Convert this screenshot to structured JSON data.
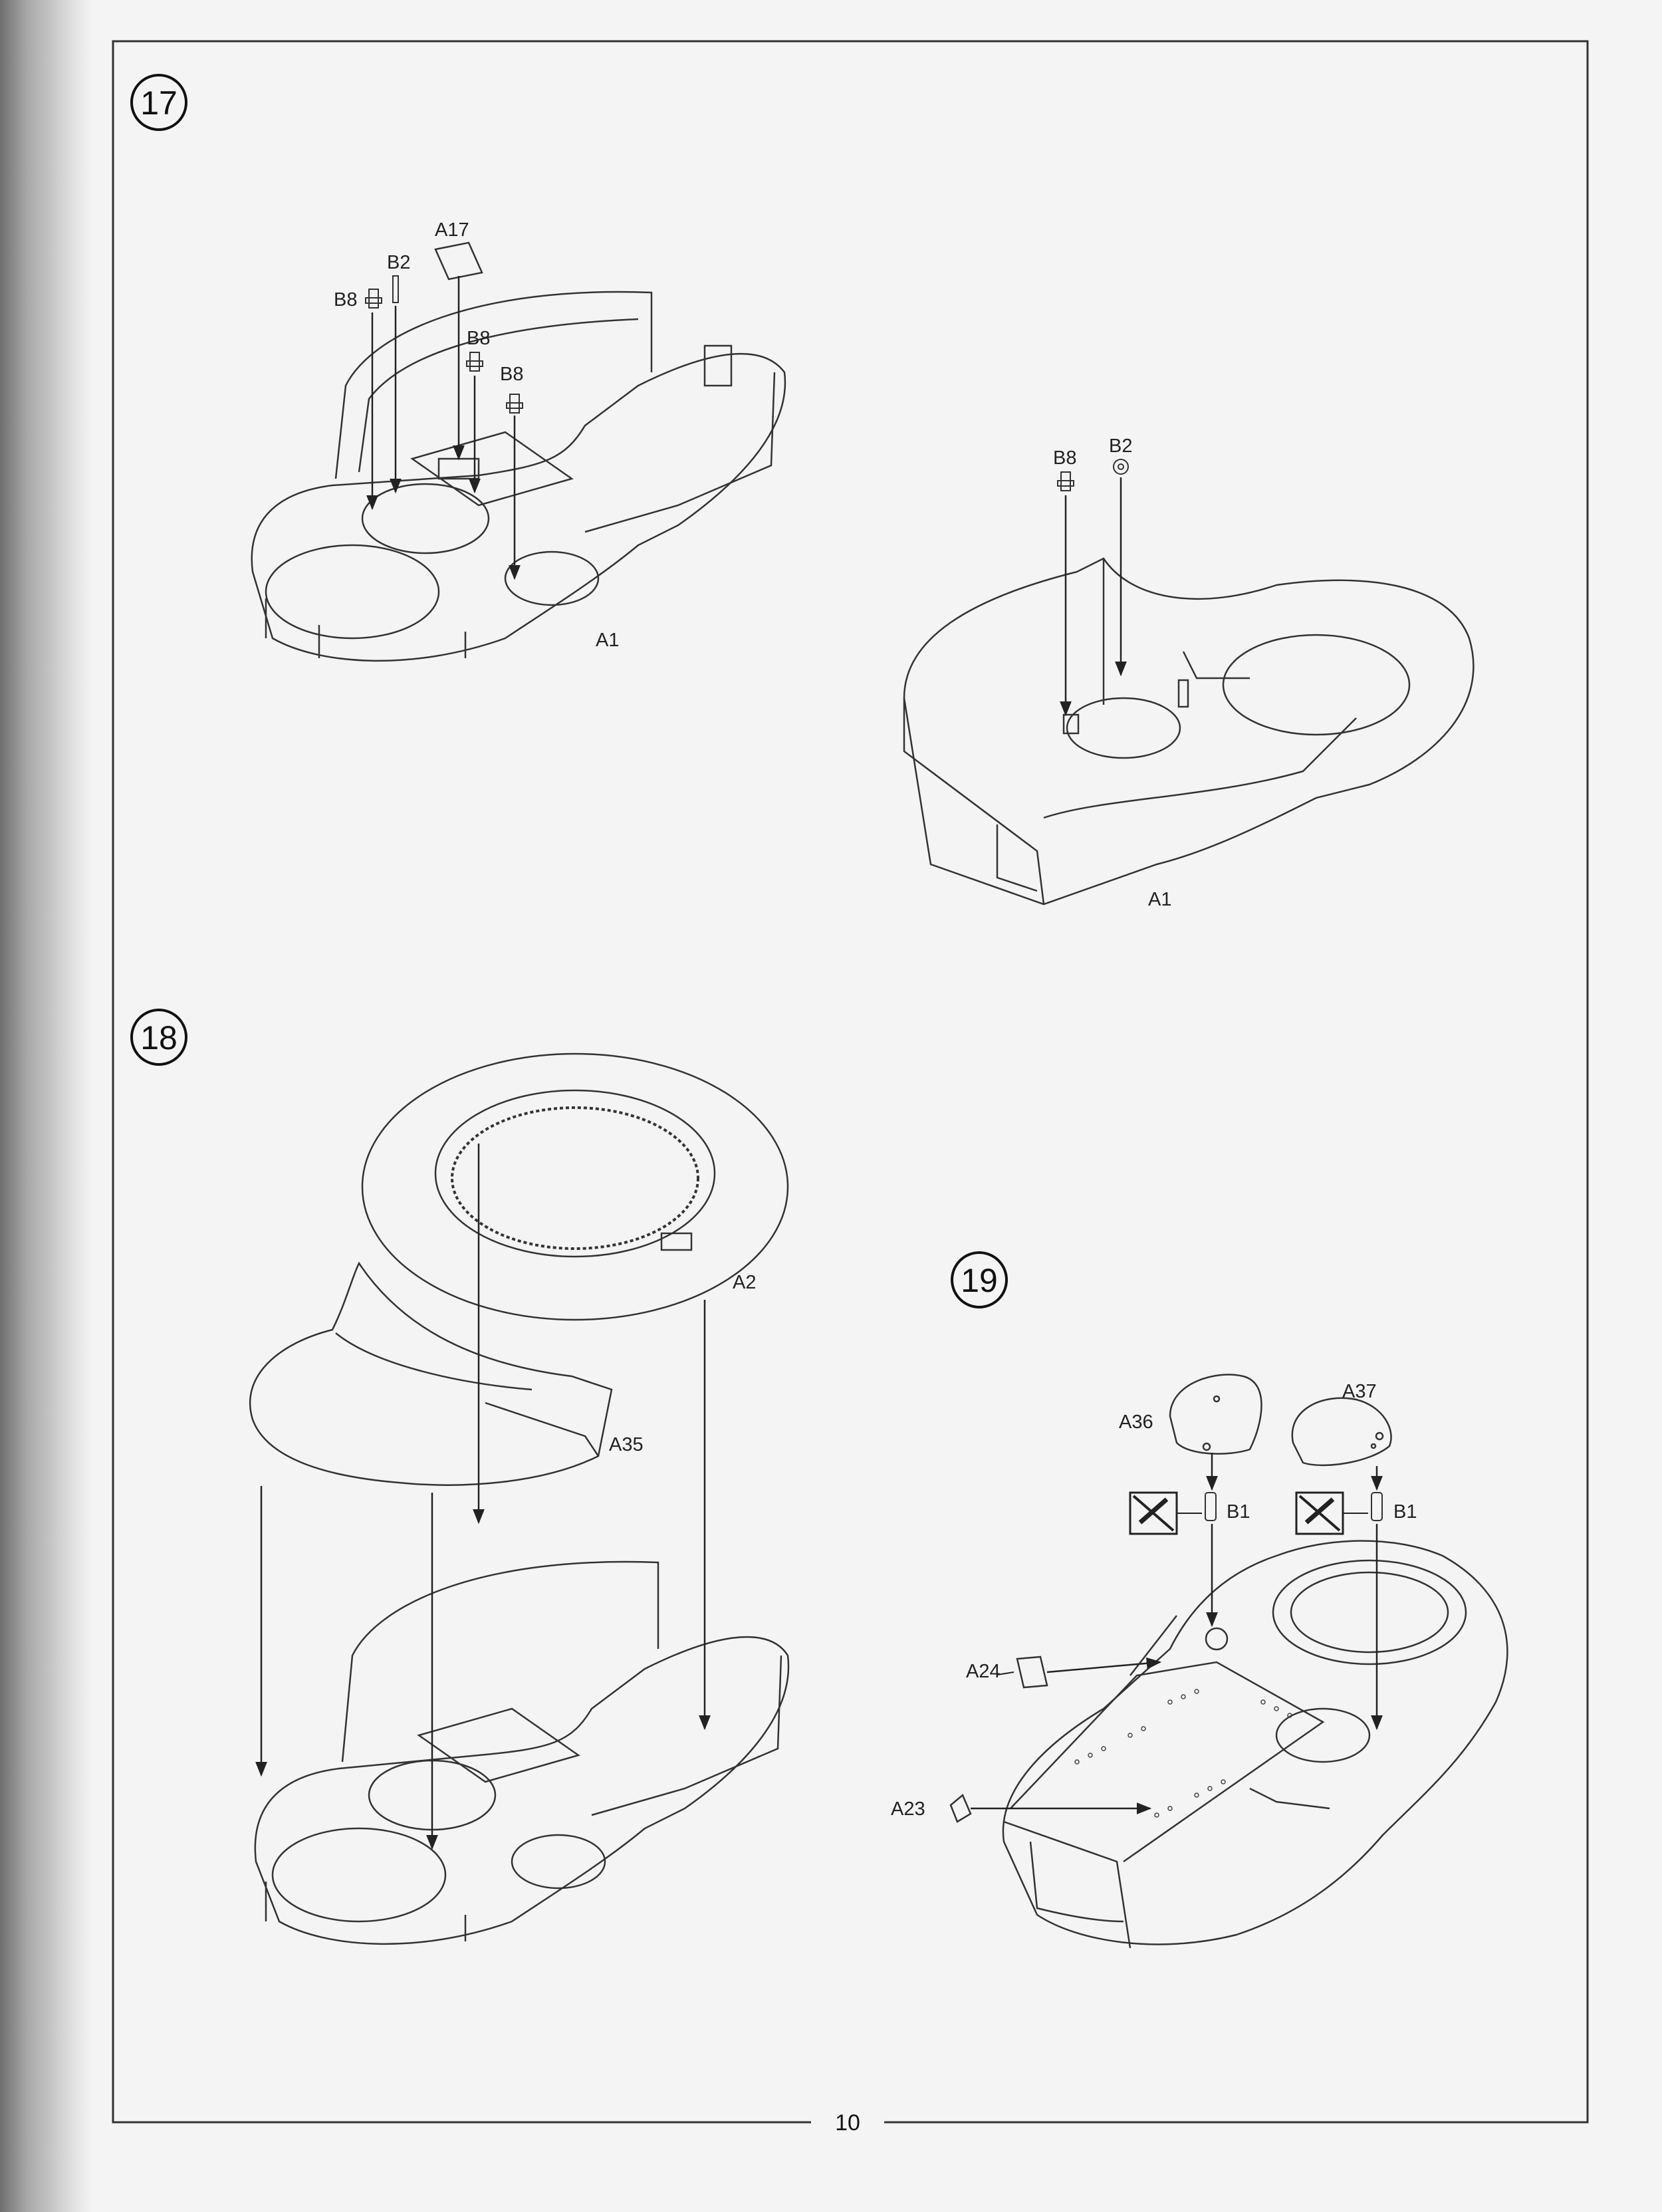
{
  "page": {
    "number": "10"
  },
  "steps": [
    {
      "number": "17",
      "labels": {
        "a17": "A17",
        "b2": "B2",
        "b8_left": "B8",
        "b8_mid": "B8",
        "b8_low": "B8",
        "a1": "A1"
      },
      "detail_labels": {
        "b8": "B8",
        "b2": "B2",
        "a1": "A1"
      }
    },
    {
      "number": "18",
      "labels": {
        "a2": "A2",
        "a35": "A35"
      }
    },
    {
      "number": "19",
      "labels": {
        "a36": "A36",
        "a37": "A37",
        "b1_left": "B1",
        "b1_right": "B1",
        "a24": "A24",
        "a23": "A23"
      },
      "icons": [
        "cut-sprue-icon",
        "cut-sprue-icon"
      ]
    }
  ]
}
